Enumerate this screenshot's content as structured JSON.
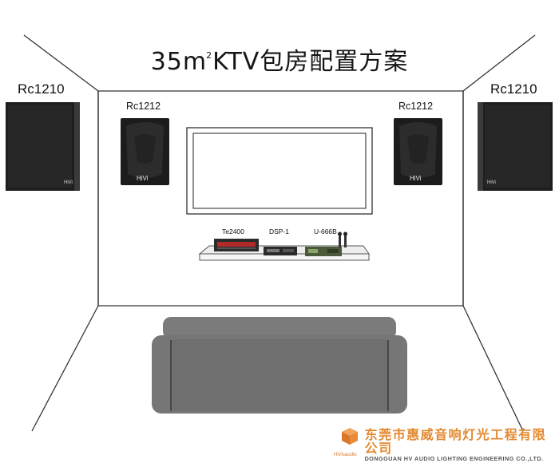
{
  "title": {
    "text": "35m",
    "superscript": "2",
    "suffix": "KTV包房配置方案"
  },
  "speakers": {
    "left_outer": "Rc1210",
    "right_outer": "Rc1210",
    "left_inner": "Rc1212",
    "right_inner": "Rc1212",
    "brand_mark": "HiVi"
  },
  "equipment": {
    "amplifier": "Te2400",
    "processor": "DSP-1",
    "microphone": "U-666B"
  },
  "company": {
    "logo_text": "HiVisaudio",
    "name_cn": "东莞市惠威音响灯光工程有限公司",
    "name_en": "DONGGUAN HV AUDIO LIGHTING ENGINEERING CO.,LTD."
  },
  "colors": {
    "line": "#333333",
    "speaker_body": "#1e1e1e",
    "sofa": "#767676",
    "company_accent": "#e4892f"
  }
}
